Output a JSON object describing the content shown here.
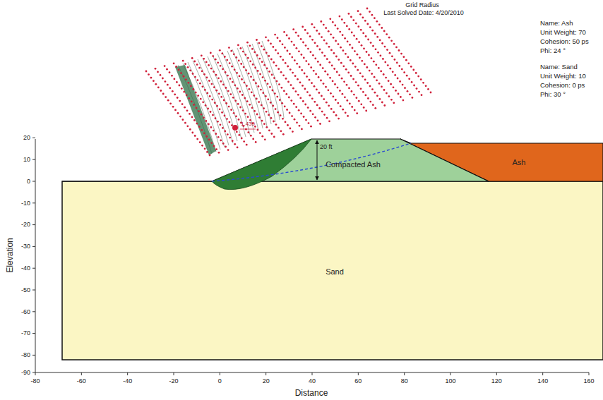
{
  "diagram": {
    "nodes": [
      {
        "text": [
          "Compacted Ash"
        ]
      },
      {
        "text": [
          "Ash"
        ]
      },
      {
        "text": [
          "Sand"
        ]
      }
    ],
    "labels": [
      "Grid Radius",
      "Last Solved Date: 4/20/2010",
      "Name: Ash",
      "Unit Weight: 70",
      "Cohesion: 50 ps",
      "Phi: 24 °",
      "Name: Sand",
      "Unit Weight: 10",
      "Cohesion: 0 ps",
      "Phi: 30 °",
      "20 ft",
      "1.439",
      "20",
      "10",
      "0",
      "-10",
      "-20",
      "-30",
      "-40",
      "-50",
      "-60",
      "-70",
      "-80",
      "-90",
      "-80",
      "-60",
      "-40",
      "-20",
      "0",
      "20",
      "40",
      "60",
      "80",
      "100",
      "120",
      "140",
      "160",
      "Elevation",
      "Distance"
    ]
  }
}
